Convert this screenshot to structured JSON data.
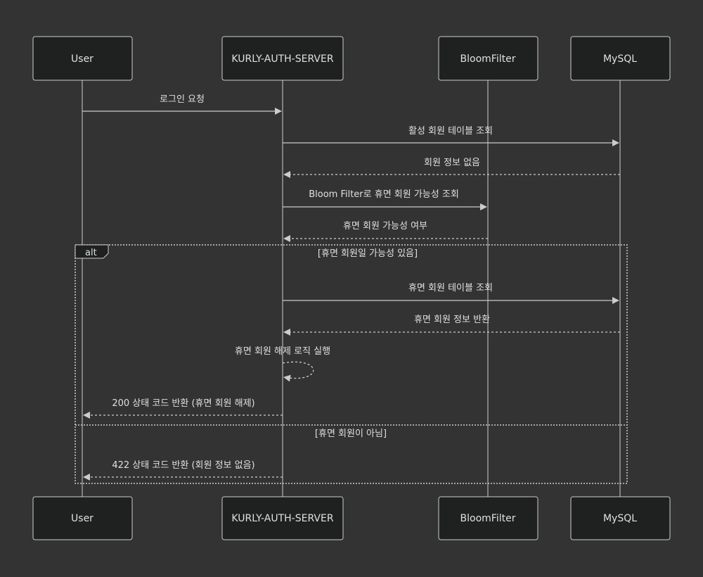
{
  "actors": {
    "user": "User",
    "auth": "KURLY-AUTH-SERVER",
    "bloom": "BloomFilter",
    "mysql": "MySQL"
  },
  "messages": {
    "m1": "로그인 요청",
    "m2": "활성 회원 테이블 조회",
    "m3": "회원 정보 없음",
    "m4": "Bloom Filter로 휴면 회원 가능성 조회",
    "m5": "휴면 회원 가능성 여부",
    "m6": "휴면 회원 테이블 조회",
    "m7": "휴면 회원 정보 반환",
    "m8": "휴면 회원 해제 로직 실행",
    "m9": "200 상태 코드 반환 (휴면 회원 해제)",
    "m10": "422 상태 코드 반환 (회원 정보 없음)"
  },
  "alt": {
    "label": "alt",
    "condition1": "[휴면 회원일 가능성 있음]",
    "condition2": "[휴면 회원이 아님]"
  },
  "colors": {
    "background": "#333333",
    "actor_fill": "#1f2020",
    "line": "#cccccc",
    "text": "#e0dfdf"
  }
}
